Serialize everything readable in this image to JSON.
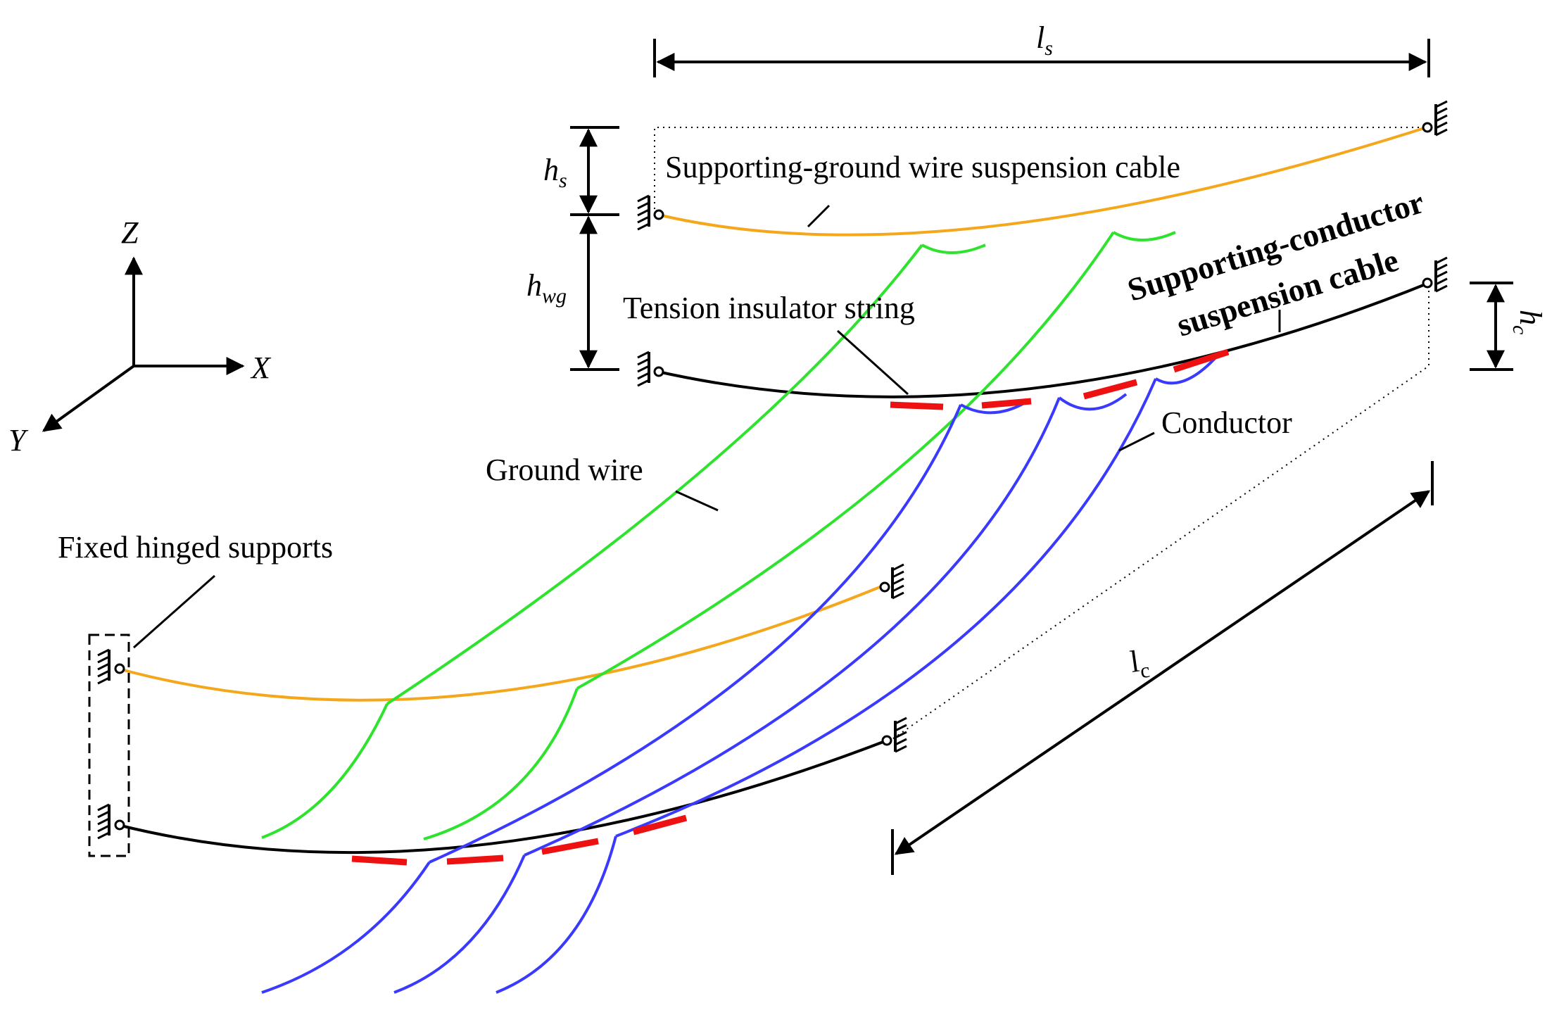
{
  "colors": {
    "suspension_cable": "#f5a71c",
    "ground_wire": "#2ee32e",
    "conductor": "#3a3aff",
    "insulator": "#ee1111",
    "support_line": "#000000"
  },
  "icons": [
    "hinged-support-icon",
    "arrow-icon"
  ],
  "labels": {
    "ground_suspension": "Supporting-ground wire suspension cable",
    "conductor_suspension_1": "Supporting-conductor",
    "conductor_suspension_2": "suspension cable",
    "tension_insulator": "Tension insulator string",
    "ground_wire": "Ground wire",
    "conductor": "Conductor",
    "fixed_supports": "Fixed hinged supports"
  },
  "axes": {
    "z": "Z",
    "x": "X",
    "y": "Y"
  },
  "dimensions": {
    "ls": {
      "main": "l",
      "sub": "s"
    },
    "hs": {
      "main": "h",
      "sub": "s"
    },
    "hwg": {
      "main": "h",
      "sub": "wg"
    },
    "hc": {
      "main": "h",
      "sub": "c"
    },
    "lc": {
      "main": "l",
      "sub": "c"
    }
  }
}
